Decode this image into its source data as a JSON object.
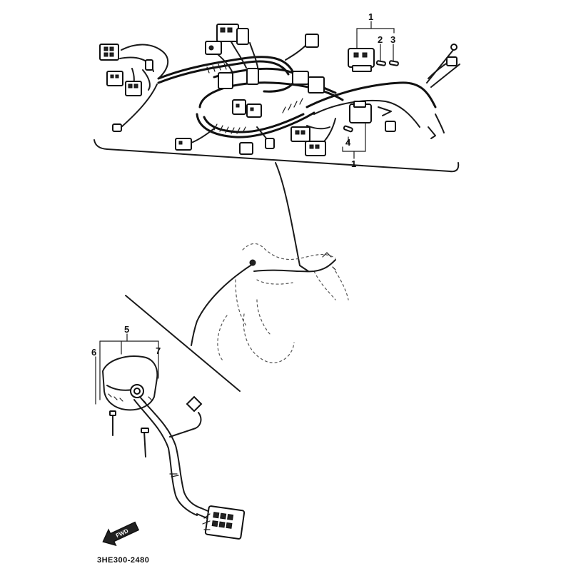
{
  "callouts": {
    "c1_top": "1",
    "c2": "2",
    "c3": "3",
    "c4": "4",
    "c1_bottom": "1",
    "c5": "5",
    "c6": "6",
    "c7": "7"
  },
  "fwd_arrow": "FWD",
  "part_code": "3HE300-2480"
}
